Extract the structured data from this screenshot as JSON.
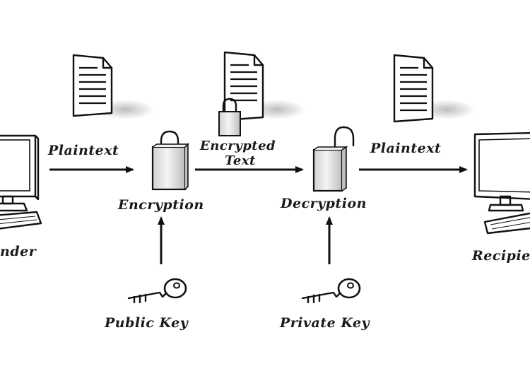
{
  "diagram": {
    "nodes": {
      "sender": {
        "label": "nder"
      },
      "recipient": {
        "label": "Recipie"
      },
      "encryption": {
        "label": "Encryption"
      },
      "decryption": {
        "label": "Decryption"
      },
      "public_key": {
        "label": "Public Key"
      },
      "private_key": {
        "label": "Private Key"
      }
    },
    "edges": {
      "plaintext_in": {
        "label": "Plaintext"
      },
      "encrypted": {
        "label_line1": "Encrypted",
        "label_line2": "Text"
      },
      "plaintext_out": {
        "label": "Plaintext"
      }
    },
    "icons": [
      "computer-icon",
      "document-icon",
      "padlock-closed-icon",
      "padlock-open-icon",
      "key-icon"
    ],
    "colors": {
      "ink": "#111111",
      "padlock_body": "#e6e6e6",
      "background": "#ffffff"
    }
  }
}
